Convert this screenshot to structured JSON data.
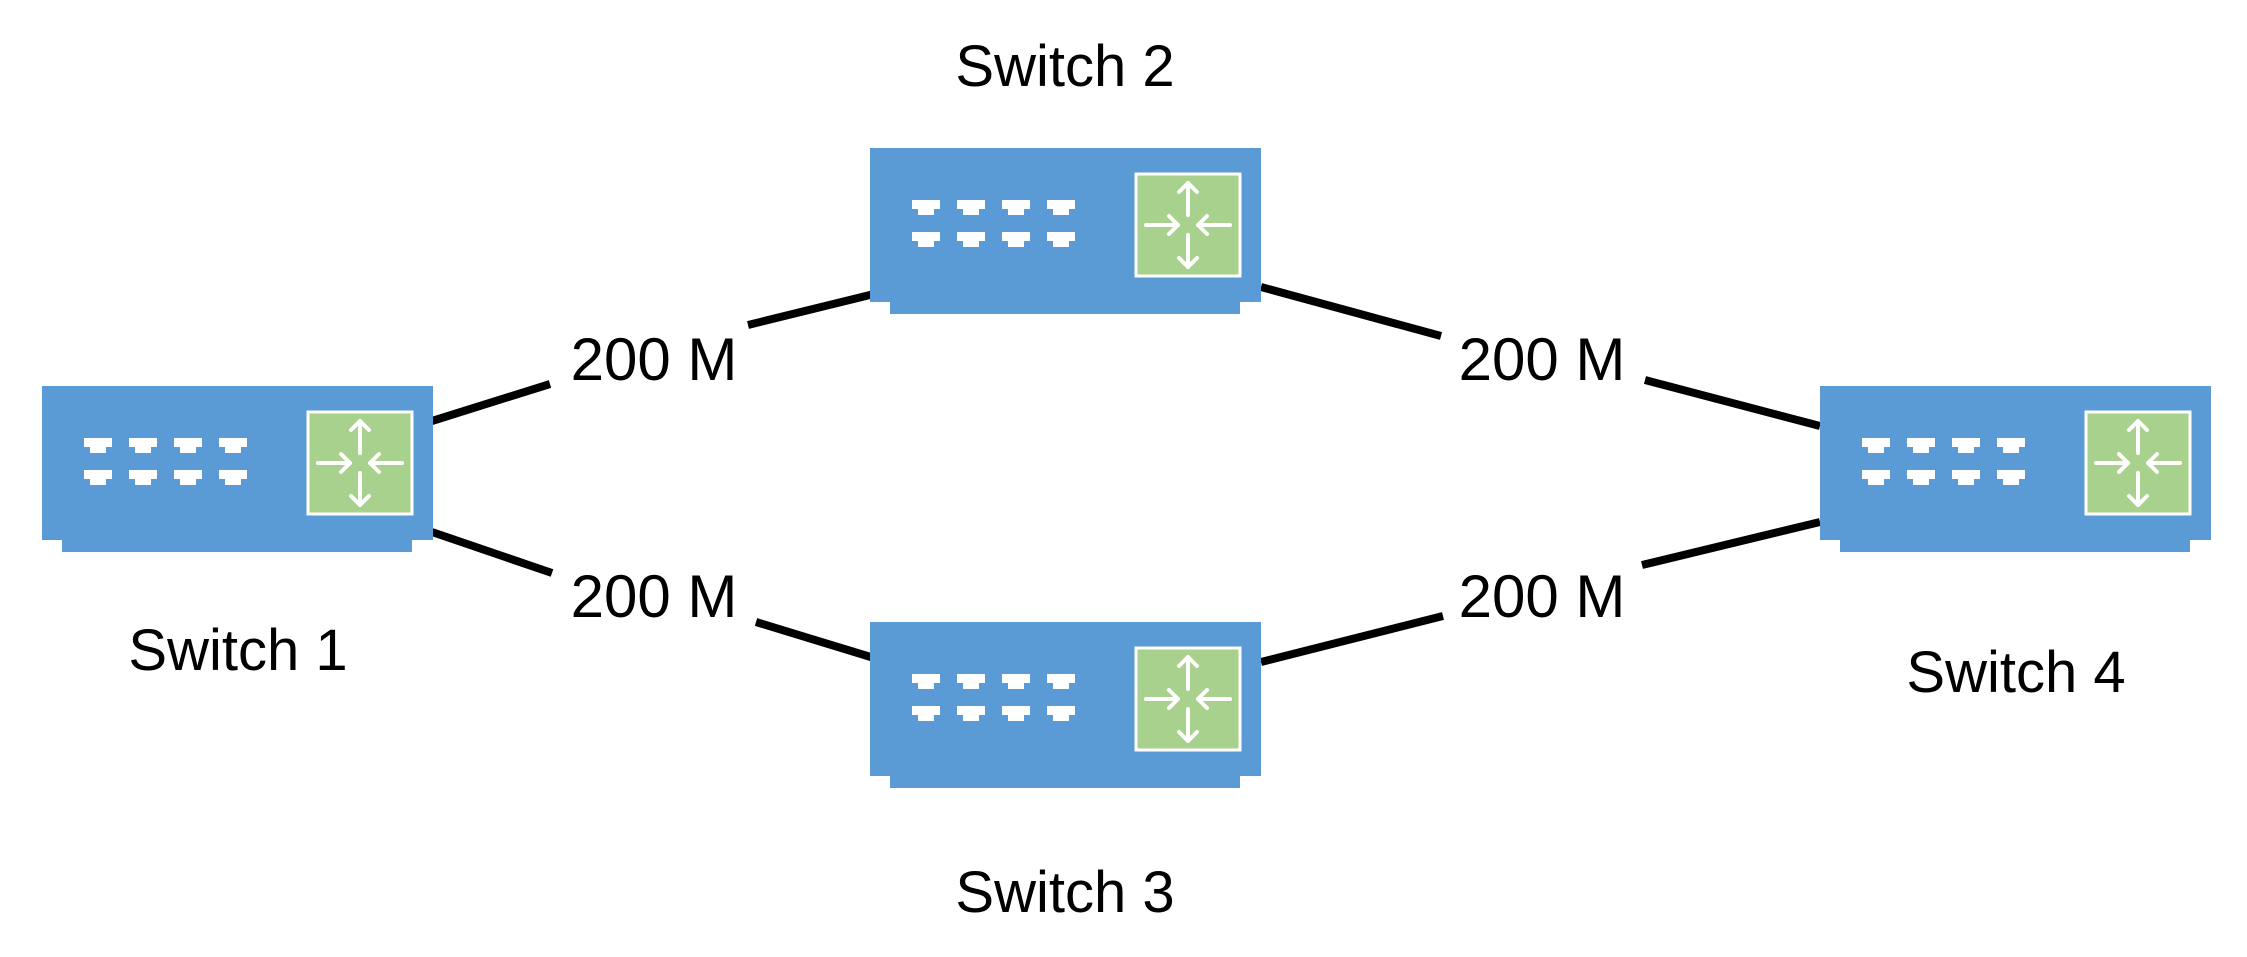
{
  "colors": {
    "switch_body": "#5B9BD5",
    "switch_base": "#5B9BD5",
    "router_panel": "#A9D18E",
    "router_border": "#FFFFFF",
    "port": "#FFFFFF",
    "link": "#000000",
    "background": "#FFFFFF"
  },
  "icons": {
    "port": "ethernet-port-icon",
    "router": "router-arrows-icon"
  },
  "switches": [
    {
      "id": "switch1",
      "label": "Switch 1"
    },
    {
      "id": "switch2",
      "label": "Switch 2"
    },
    {
      "id": "switch3",
      "label": "Switch 3"
    },
    {
      "id": "switch4",
      "label": "Switch 4"
    }
  ],
  "links": [
    {
      "from": "switch1",
      "to": "switch2",
      "label": "200 M"
    },
    {
      "from": "switch2",
      "to": "switch4",
      "label": "200 M"
    },
    {
      "from": "switch1",
      "to": "switch3",
      "label": "200 M"
    },
    {
      "from": "switch3",
      "to": "switch4",
      "label": "200 M"
    }
  ]
}
